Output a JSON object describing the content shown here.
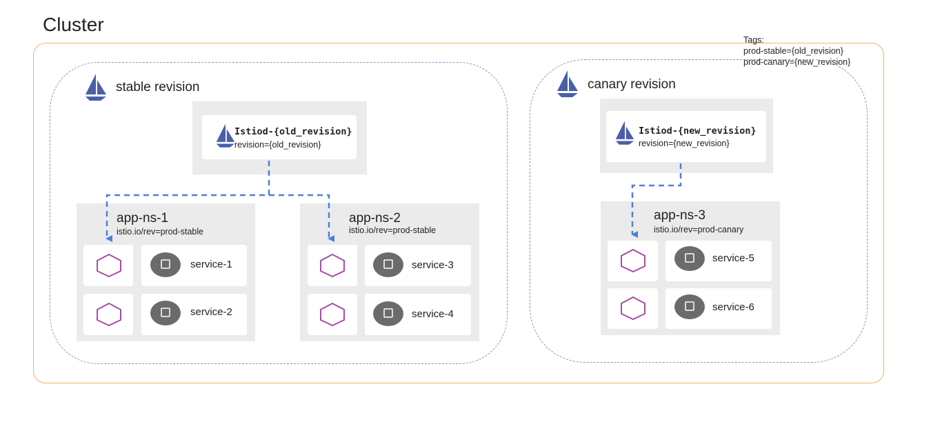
{
  "cluster": {
    "title": "Cluster"
  },
  "tags": {
    "heading": "Tags:",
    "line1": "prod-stable={old_revision}",
    "line2": "prod-canary={new_revision}"
  },
  "stable": {
    "title": "stable revision",
    "istiod": {
      "name": "Istiod-{old_revision}",
      "revision": "revision={old_revision}"
    },
    "namespaces": [
      {
        "name": "app-ns-1",
        "label": "istio.io/rev=prod-stable",
        "services": [
          "service-1",
          "service-2"
        ]
      },
      {
        "name": "app-ns-2",
        "label": "istio.io/rev=prod-stable",
        "services": [
          "service-3",
          "service-4"
        ]
      }
    ]
  },
  "canary": {
    "title": "canary revision",
    "istiod": {
      "name": "Istiod-{new_revision}",
      "revision": "revision={new_revision}"
    },
    "namespaces": [
      {
        "name": "app-ns-3",
        "label": "istio.io/rev=prod-canary",
        "services": [
          "service-5",
          "service-6"
        ]
      }
    ]
  },
  "colors": {
    "cluster_border": "#f2b36a",
    "revision_border": "#7c96c8",
    "arrow": "#4a7fe0",
    "sidecar": "#a64ca6",
    "istio_logo": "#4a5fa8",
    "chip": "#6b6b6b"
  },
  "icons": {
    "logo": "istio-sail-icon",
    "sidecar": "hexagon-icon",
    "service": "chip-icon"
  }
}
